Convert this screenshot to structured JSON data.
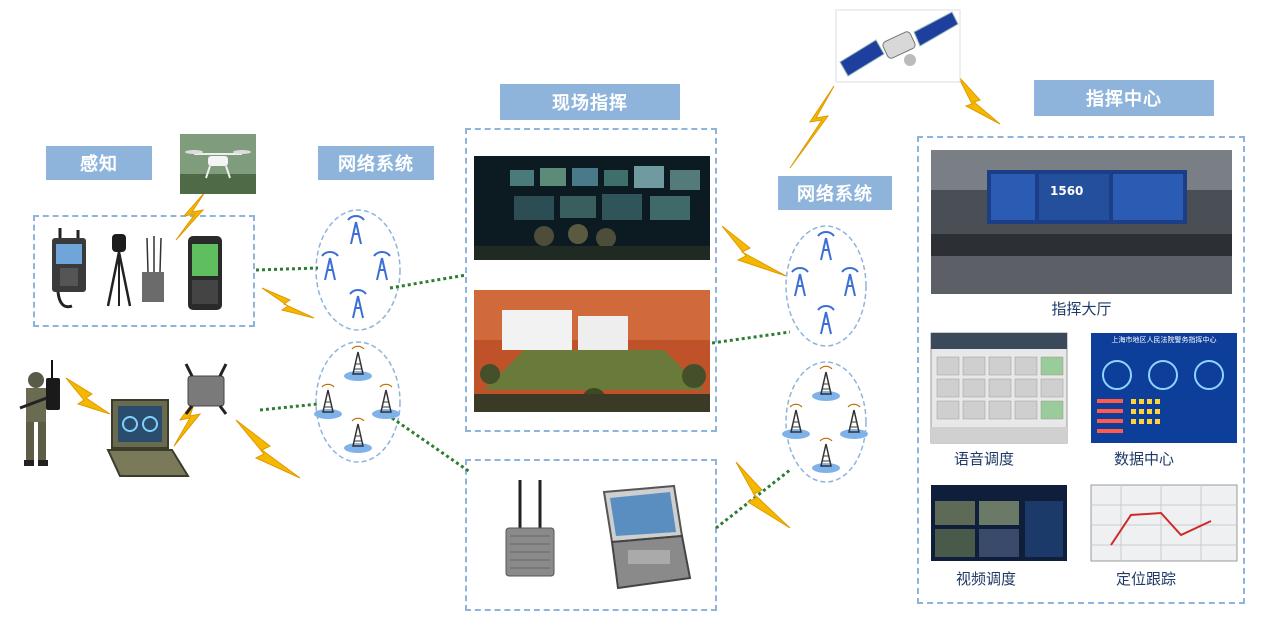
{
  "sections": {
    "perception": "感知",
    "network_left": "网络系统",
    "field_command": "现场指挥",
    "network_right": "网络系统",
    "command_center": "指挥中心"
  },
  "center_items": {
    "hall": "指挥大厅",
    "voice": "语音调度",
    "data": "数据中心",
    "video": "视频调度",
    "tracking": "定位跟踪"
  },
  "screen_texts": {
    "hall_counter": "1560",
    "data_header": "上海市地区人民法院警务指挥中心"
  },
  "colors": {
    "label_bg": "#8fb4dc",
    "dash_border": "#8fb4dc",
    "link_dotted": "#2e7d32",
    "lightning": "#f5b800",
    "tower_blue": "#3b6fd6"
  }
}
